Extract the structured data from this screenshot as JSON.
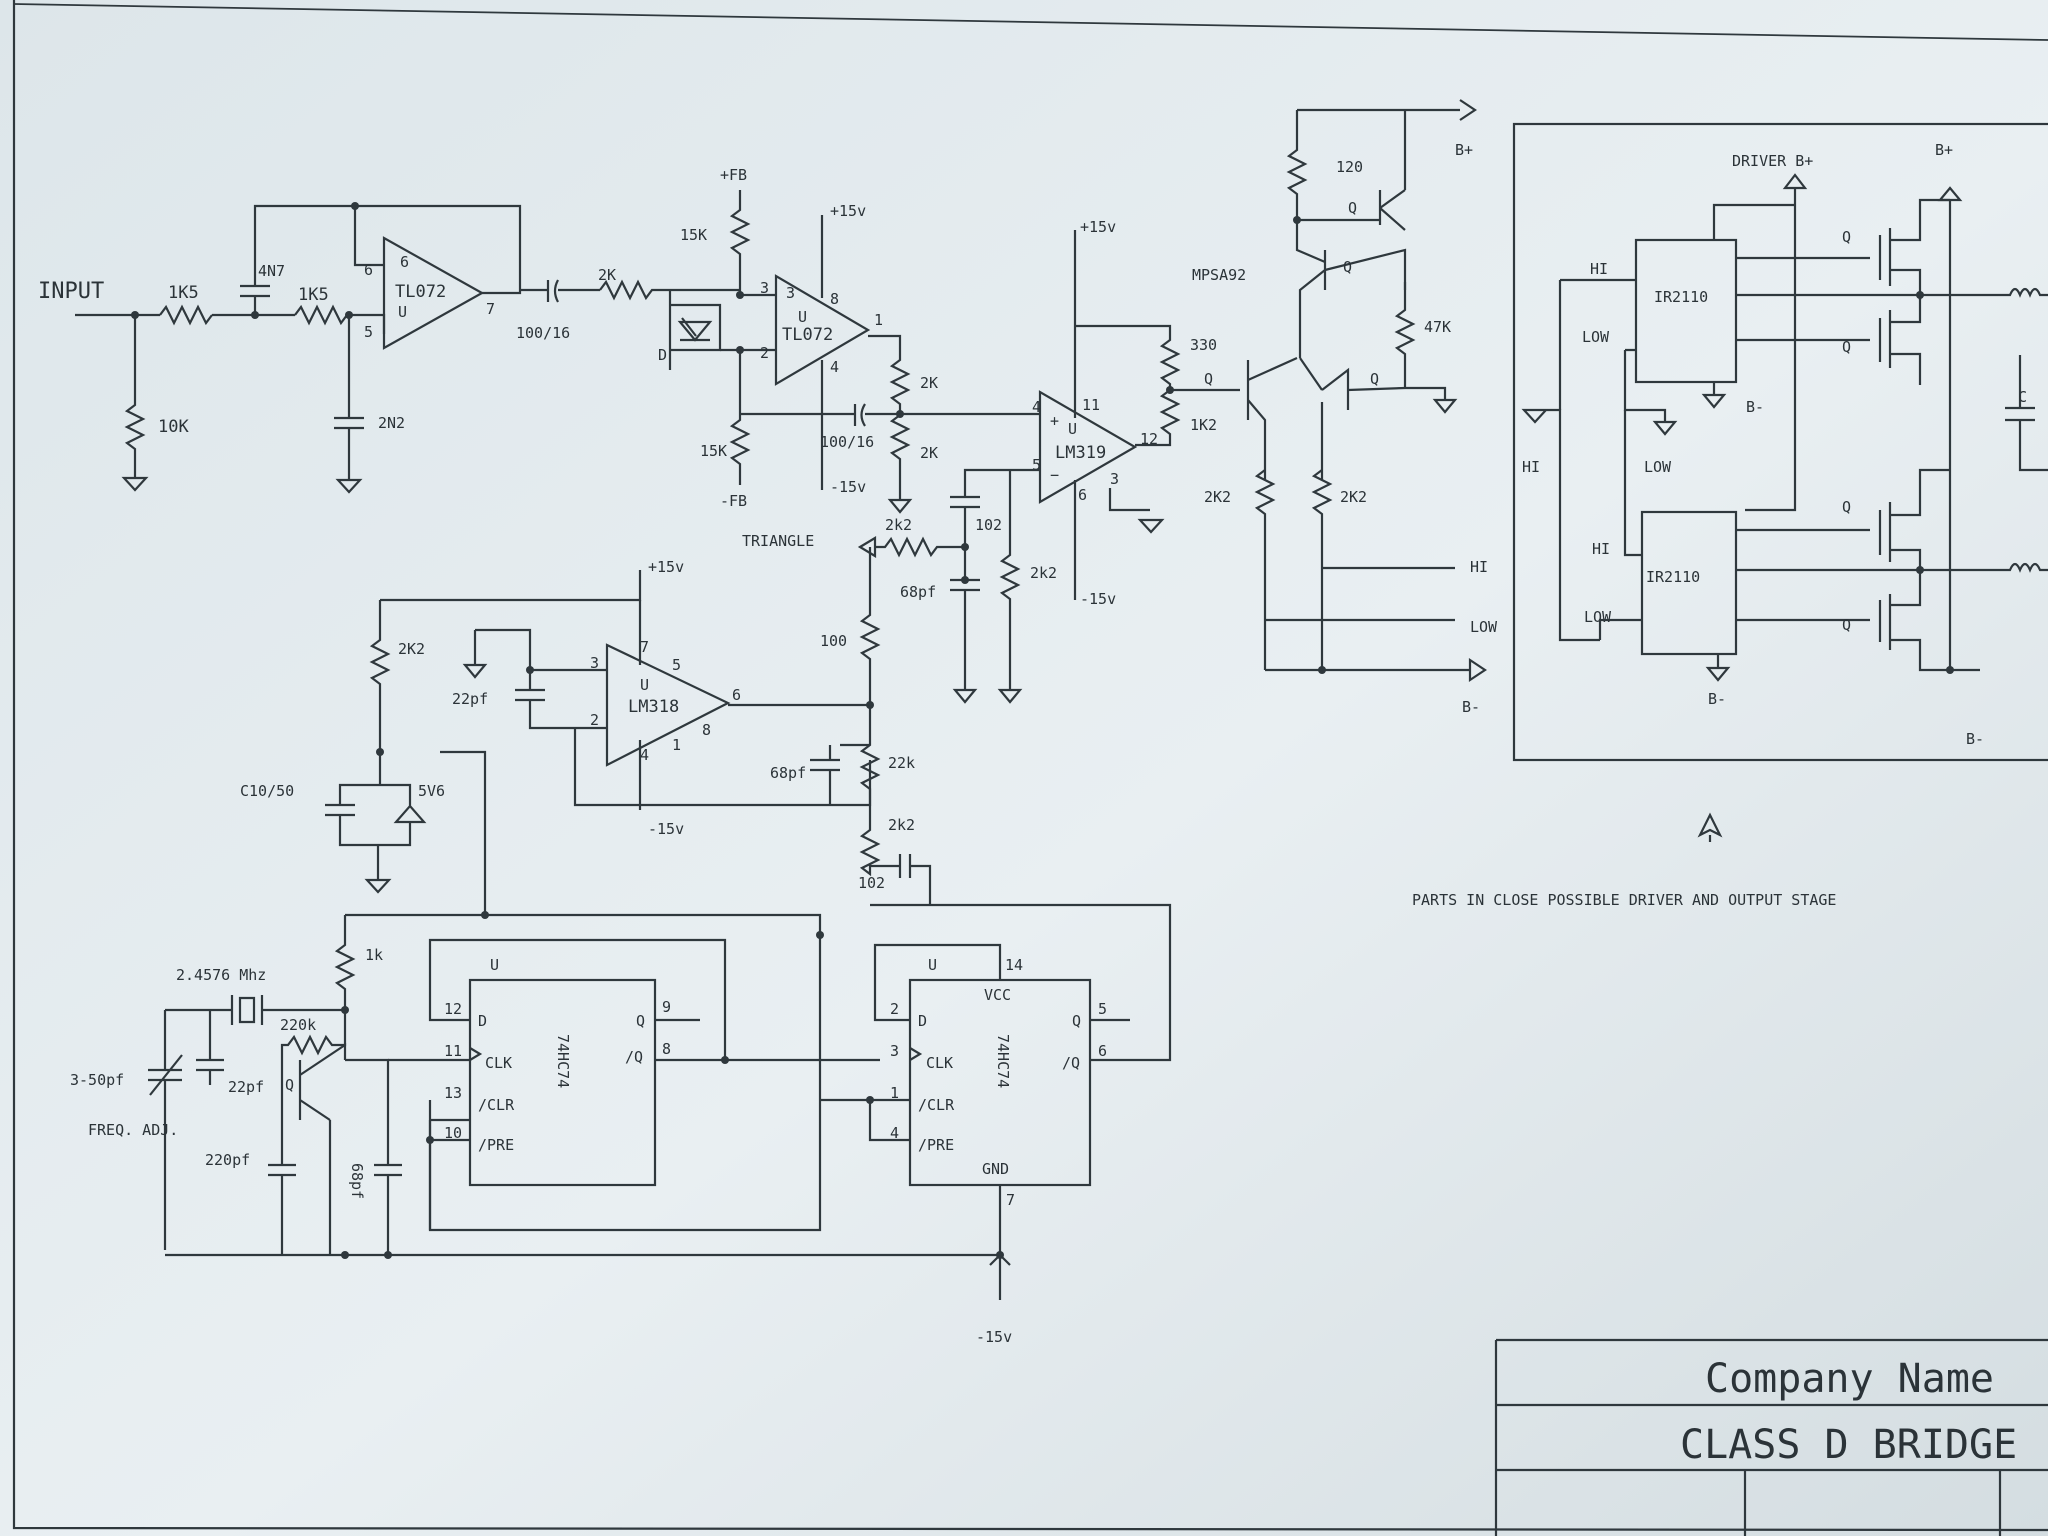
{
  "input": {
    "label": "INPUT",
    "r1": "1K5",
    "r2": "1K5",
    "r_gnd": "10K",
    "c_fb": "4N7",
    "c_gnd": "2N2"
  },
  "stage1": {
    "opamp": "TL072",
    "u": "U",
    "pin_minus": "6",
    "pin_plus": "5",
    "pin_out": "7",
    "cap": "100/16",
    "r_out": "2K"
  },
  "stage2": {
    "opamp": "TL072",
    "u": "U",
    "pin3": "3",
    "pin2": "2",
    "pin8": "8",
    "pin4": "4",
    "pin1": "1",
    "r_fb_top": "15K",
    "r_fb_bot": "15K",
    "fb_pos": "+FB",
    "fb_neg": "-FB",
    "diode": "D",
    "v_pos": "+15v",
    "v_neg": "-15v",
    "cap": "100/16",
    "r_div1": "2K",
    "r_div2": "2K"
  },
  "comparator": {
    "name": "LM319",
    "u": "U",
    "pin4": "4",
    "pin5": "5",
    "pin11": "11",
    "pin12": "12",
    "pin6": "6",
    "pin3": "3",
    "v_pos": "+15v",
    "v_neg": "-15v",
    "r_pullup": "330",
    "r_out": "1K2",
    "c102": "102",
    "r_2k2": "2k2",
    "r_2k2b": "2k2",
    "triangle": "TRIANGLE",
    "c68": "68pf"
  },
  "output_driver": {
    "r120": "120",
    "q": "Q",
    "mpsa92": "MPSA92",
    "r47k": "47K",
    "r2k2a": "2K2",
    "r2k2b": "2K2",
    "b_pos": "B+",
    "b_neg": "B-",
    "hi": "HI",
    "low": "LOW"
  },
  "integrator": {
    "name": "LM318",
    "u": "U",
    "pin3": "3",
    "pin2": "2",
    "pin7": "7",
    "pin5": "5",
    "pin6": "6",
    "pin4": "4",
    "pin1": "1",
    "pin8": "8",
    "c22": "22pf",
    "v_pos": "+15v",
    "v_neg": "-15v",
    "r2k2": "2K2",
    "r100": "100",
    "r22k": "22k",
    "c68": "68pf",
    "r2k2b": "2k2",
    "c102": "102",
    "zener": "5V6",
    "c10": "C10/50"
  },
  "oscillator": {
    "xtal": "2.4576 Mhz",
    "trim": "3-50pf",
    "freq_adj": "FREQ. ADJ.",
    "r220k": "220k",
    "c22": "22pf",
    "q": "Q",
    "c220": "220pf",
    "c68": "68pf",
    "r1k": "1k"
  },
  "ff1": {
    "name": "74HC74",
    "u": "U",
    "p12": "12",
    "p11": "11",
    "p13": "13",
    "p10": "10",
    "p9": "9",
    "p8": "8",
    "d": "D",
    "clk": "CLK",
    "clr": "/CLR",
    "pre": "/PRE",
    "q": "Q",
    "nq": "/Q"
  },
  "ff2": {
    "name": "74HC74",
    "u": "U",
    "p2": "2",
    "p3": "3",
    "p1": "1",
    "p4": "4",
    "p5": "5",
    "p6": "6",
    "p14": "14",
    "p7": "7",
    "d": "D",
    "clk": "CLK",
    "clr": "/CLR",
    "pre": "/PRE",
    "q": "Q",
    "nq": "/Q",
    "vcc": "VCC",
    "gnd": "GND",
    "v_neg": "-15v"
  },
  "bridge": {
    "driver_bp": "DRIVER B+",
    "bp": "B+",
    "ic1": "IR2110",
    "ic2": "IR2110",
    "hi": "HI",
    "low": "LOW",
    "bn": "B-",
    "q": "Q",
    "c": "C",
    "note": "PARTS IN CLOSE POSSIBLE DRIVER AND OUTPUT STAGE"
  },
  "title_block": {
    "company": "Company Name",
    "title": "CLASS D BRIDGE"
  }
}
